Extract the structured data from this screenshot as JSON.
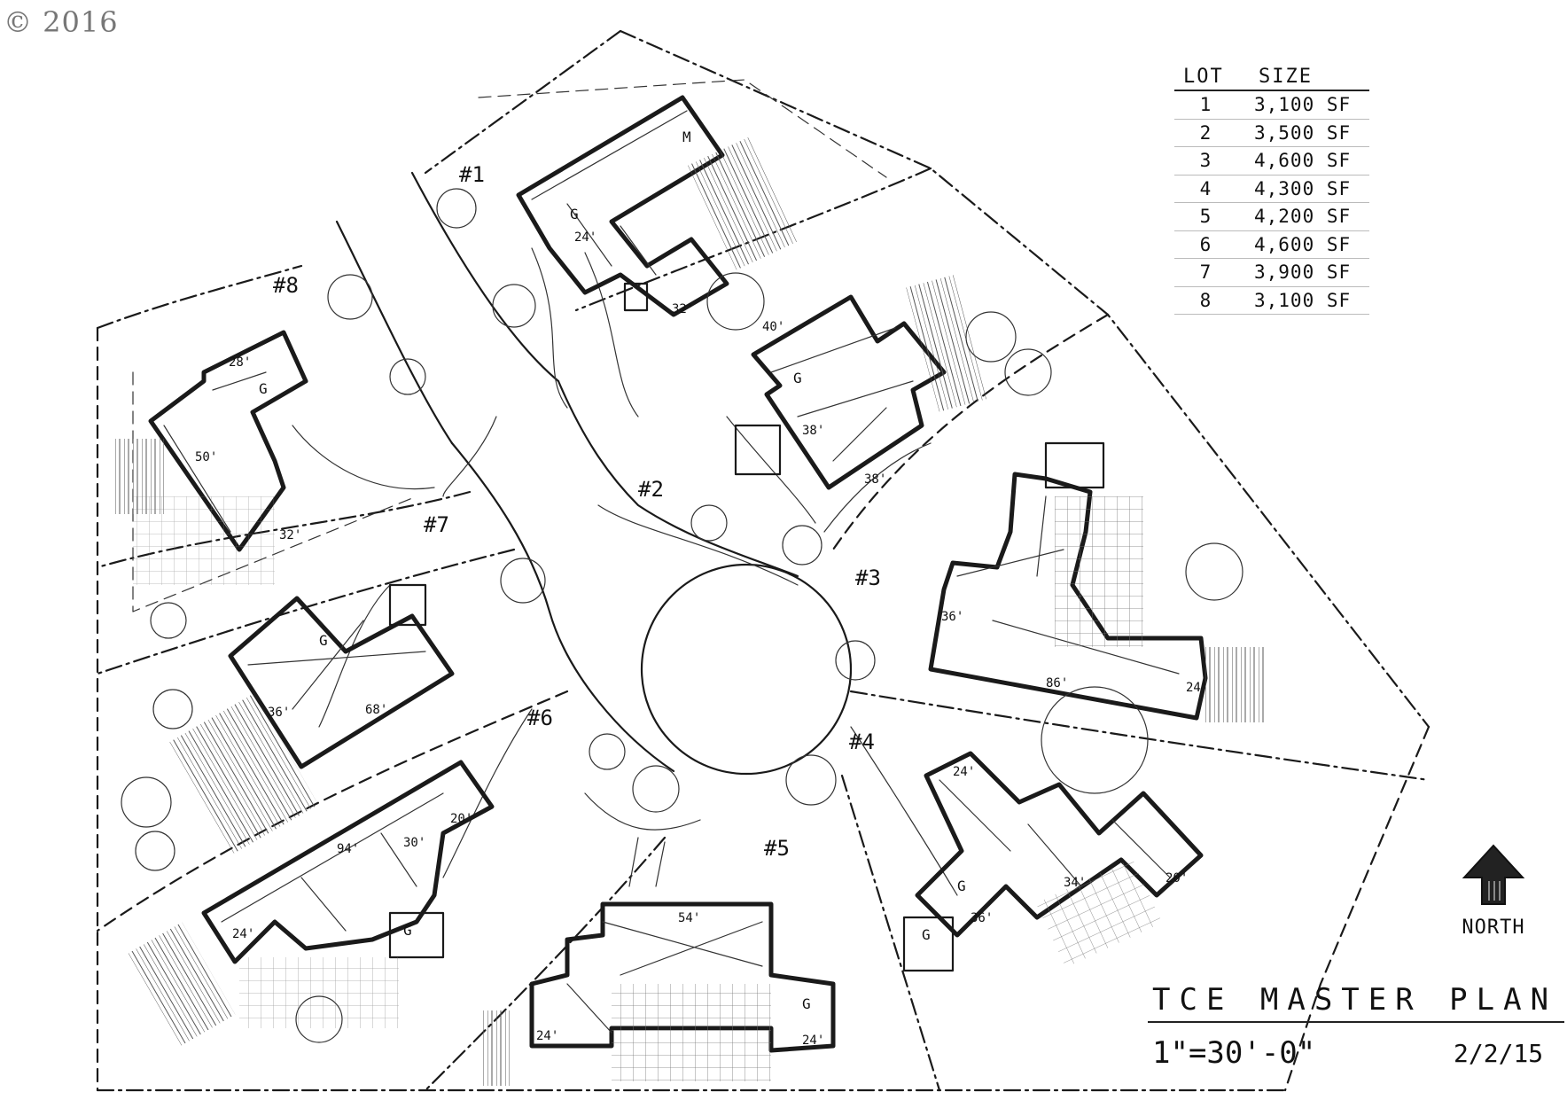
{
  "copyright": "© 2016",
  "title": "TCE MASTER PLAN",
  "scale": "1\"=30'-0\"",
  "date": "2/2/15",
  "north_label": "NORTH",
  "lot_table": {
    "headers": [
      "LOT",
      "SIZE"
    ],
    "rows": [
      {
        "lot": "1",
        "size": "3,100 SF"
      },
      {
        "lot": "2",
        "size": "3,500 SF"
      },
      {
        "lot": "3",
        "size": "4,600 SF"
      },
      {
        "lot": "4",
        "size": "4,300 SF"
      },
      {
        "lot": "5",
        "size": "4,200 SF"
      },
      {
        "lot": "6",
        "size": "4,600 SF"
      },
      {
        "lot": "7",
        "size": "3,900 SF"
      },
      {
        "lot": "8",
        "size": "3,100 SF"
      }
    ]
  },
  "lot_labels": [
    "#1",
    "#2",
    "#3",
    "#4",
    "#5",
    "#6",
    "#7",
    "#8"
  ],
  "dimensions": {
    "lot1": [
      "24'",
      "32'"
    ],
    "lot2": [
      "40'",
      "38'",
      "38'"
    ],
    "lot3": [
      "36'",
      "86'",
      "24'"
    ],
    "lot4": [
      "24'",
      "36'",
      "34'",
      "20'"
    ],
    "lot5": [
      "54'",
      "24'",
      "24'"
    ],
    "lot6": [
      "94'",
      "30'",
      "20'",
      "24'"
    ],
    "lot7": [
      "36'",
      "68'"
    ],
    "lot8": [
      "28'",
      "50'",
      "32'"
    ]
  },
  "garage_mark": "G",
  "master_mark": "M"
}
